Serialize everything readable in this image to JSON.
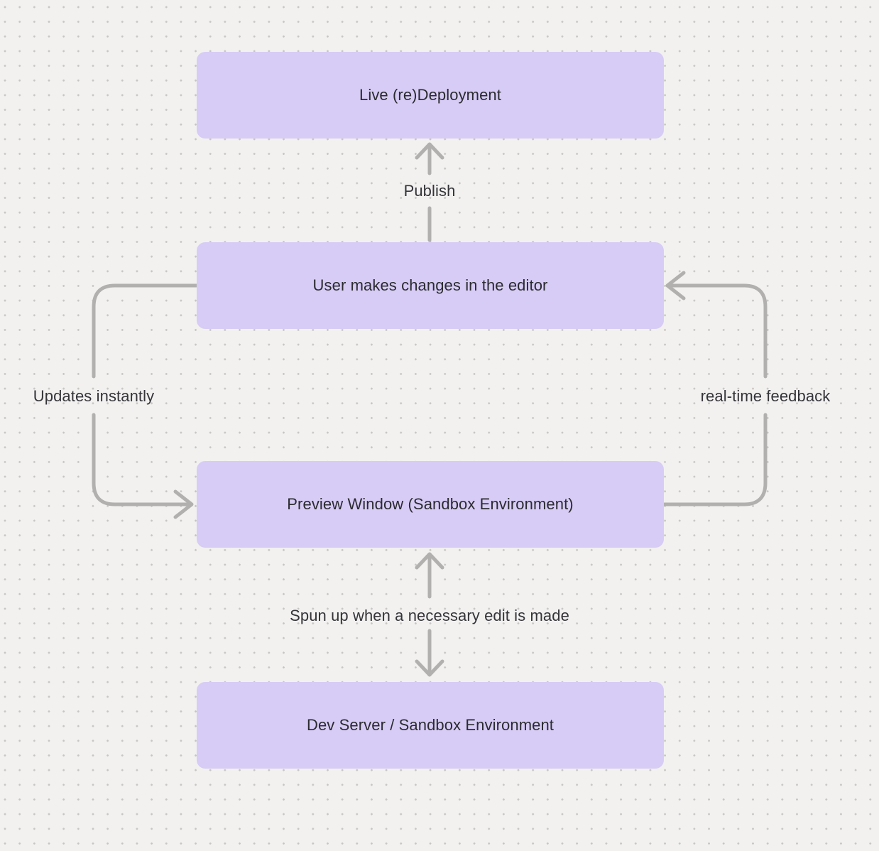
{
  "colors": {
    "background": "#f2f1f0",
    "dot": "#c8c6c4",
    "node_fill": "#d7ccf5",
    "node_text": "#2b2b30",
    "edge": "#b2b0ae",
    "edge_label_text": "#353439"
  },
  "diagram": {
    "nodes": [
      {
        "id": "live-redeployment",
        "label": "Live (re)Deployment"
      },
      {
        "id": "user-editor",
        "label": "User makes changes in the editor"
      },
      {
        "id": "preview-window",
        "label": "Preview Window (Sandbox Environment)"
      },
      {
        "id": "dev-server",
        "label": "Dev Server / Sandbox Environment"
      }
    ],
    "edges": [
      {
        "id": "publish",
        "label": "Publish",
        "from": "user-editor",
        "to": "live-redeployment",
        "direction": "up"
      },
      {
        "id": "updates-instantly",
        "label": "Updates instantly",
        "from": "user-editor",
        "to": "preview-window",
        "direction": "down-left-loop"
      },
      {
        "id": "real-time-feedback",
        "label": "real-time feedback",
        "from": "preview-window",
        "to": "user-editor",
        "direction": "up-right-loop"
      },
      {
        "id": "spun-up",
        "label": "Spun up when a necessary edit is made",
        "from": "preview-window",
        "to": "dev-server",
        "direction": "bidirectional"
      }
    ]
  }
}
